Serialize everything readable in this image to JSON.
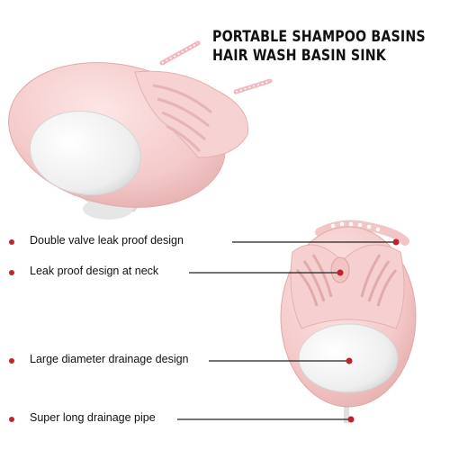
{
  "title": {
    "line1": "PORTABLE SHAMPOO BASINS",
    "line2": "HAIR WASH BASIN SINK"
  },
  "callouts": [
    {
      "label": "Double valve leak proof design"
    },
    {
      "label": "Leak proof design at neck"
    },
    {
      "label": "Large diameter drainage design"
    },
    {
      "label": "Super long drainage pipe"
    }
  ],
  "colors": {
    "basin_pink": "#f5cfcf",
    "basin_shadow": "#e4aeae",
    "bowl_white": "#f4f4f4",
    "callout_dot": "#c0232b",
    "callout_line": "#222222"
  }
}
